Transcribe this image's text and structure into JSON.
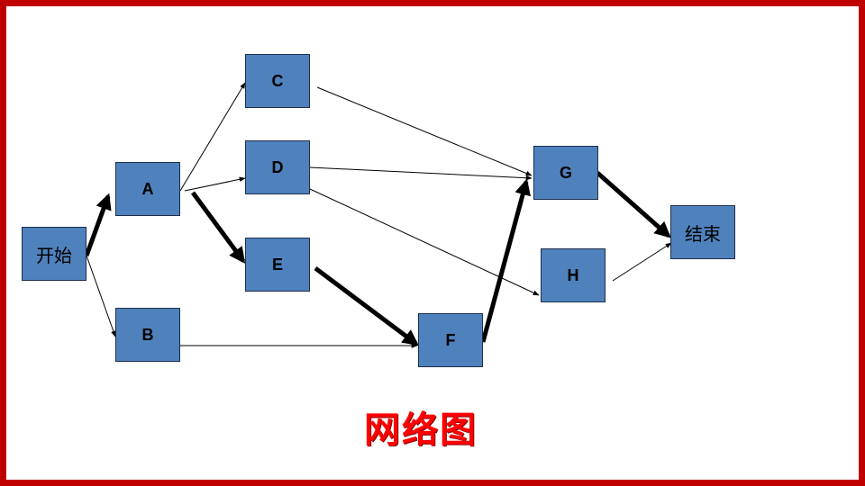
{
  "diagram": {
    "caption": "网络图",
    "nodes": [
      {
        "id": "start",
        "label": "开始"
      },
      {
        "id": "A",
        "label": "A"
      },
      {
        "id": "B",
        "label": "B"
      },
      {
        "id": "C",
        "label": "C"
      },
      {
        "id": "D",
        "label": "D"
      },
      {
        "id": "E",
        "label": "E"
      },
      {
        "id": "F",
        "label": "F"
      },
      {
        "id": "G",
        "label": "G"
      },
      {
        "id": "H",
        "label": "H"
      },
      {
        "id": "end",
        "label": "结束"
      }
    ],
    "edges": [
      {
        "from": "开始",
        "to": "A",
        "critical": true
      },
      {
        "from": "开始",
        "to": "B",
        "critical": false
      },
      {
        "from": "A",
        "to": "C",
        "critical": false
      },
      {
        "from": "A",
        "to": "D",
        "critical": false
      },
      {
        "from": "A",
        "to": "E",
        "critical": true
      },
      {
        "from": "B",
        "to": "F",
        "critical": false
      },
      {
        "from": "C",
        "to": "G",
        "critical": false
      },
      {
        "from": "D",
        "to": "G",
        "critical": false
      },
      {
        "from": "D",
        "to": "H",
        "critical": false
      },
      {
        "from": "E",
        "to": "F",
        "critical": true
      },
      {
        "from": "F",
        "to": "G",
        "critical": true
      },
      {
        "from": "G",
        "to": "结束",
        "critical": true
      },
      {
        "from": "H",
        "to": "结束",
        "critical": false
      }
    ],
    "colors": {
      "border": "#c00000",
      "node_fill": "#4f81bd",
      "caption": "#ff0000"
    }
  }
}
